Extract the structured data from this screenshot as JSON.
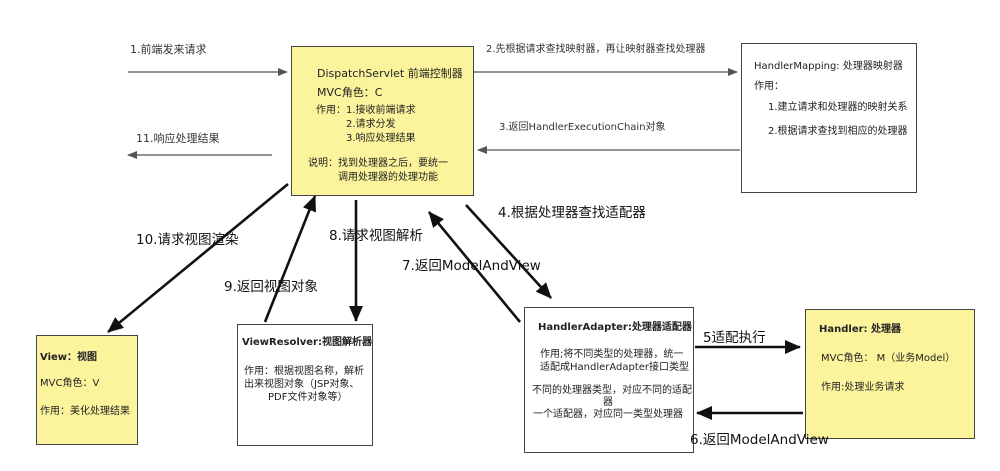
{
  "dispatcher": {
    "title": "DispatchServlet 前端控制器",
    "role": "MVC角色：C",
    "duty_1": "作用：1.接收前端请求",
    "duty_2": "2.请求分发",
    "duty_3": "3.响应处理结果",
    "note_1": "说明：找到处理器之后，要统一",
    "note_2": "调用处理器的处理功能"
  },
  "handler_mapping": {
    "title": "HandlerMapping: 处理器映射器",
    "role": "作用：",
    "item_1": "1.建立请求和处理器的映射关系",
    "item_2": "2.根据请求查找到相应的处理器"
  },
  "view": {
    "title": "View：视图",
    "role": "MVC角色：V",
    "duty": "作用：美化处理结果"
  },
  "view_resolver": {
    "title": "ViewResolver:视图解析器",
    "line_1": "作用：根据视图名称，解析",
    "line_2": "出来视图对象（JSP对象、",
    "line_3": "PDF文件对象等）"
  },
  "handler_adapter": {
    "title": "HandlerAdapter:处理器适配器",
    "line_1": "作用;将不同类型的处理器，统一",
    "line_2": "适配成HandlerAdapter接口类型",
    "line_3": "不同的处理器类型，对应不同的适配",
    "line_4": "器",
    "line_5": "一个适配器，对应同一类型处理器"
  },
  "handler": {
    "title": "Handler: 处理器",
    "role": "MVC角色：  M（业务Model）",
    "duty": "作用:处理业务请求"
  },
  "steps": {
    "s1": "1.前端发来请求",
    "s2": "2.先根据请求查找映射器，再让映射器查找处理器",
    "s3": "3.返回HandlerExecutionChain对象",
    "s4": "4.根据处理器查找适配器",
    "s5": "5适配执行",
    "s6": "6.返回ModelAndView",
    "s7": "7.返回ModelAndView",
    "s8": "8.请求视图解析",
    "s9": "9.返回视图对象",
    "s10": "10.请求视图渲染",
    "s11": "11.响应处理结果"
  }
}
